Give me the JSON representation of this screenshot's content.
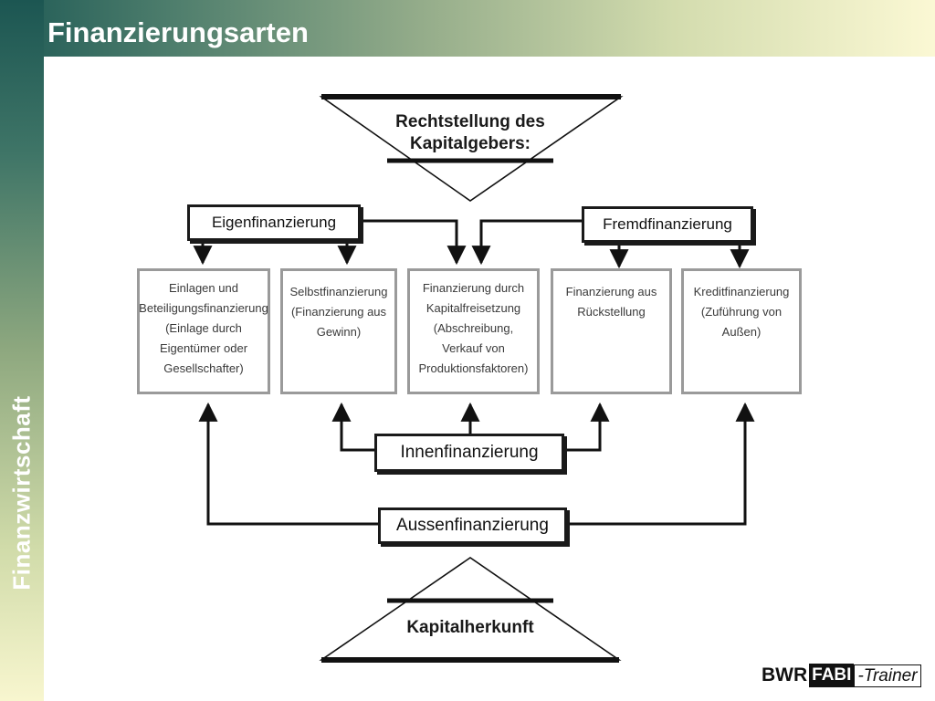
{
  "header": {
    "title": "Finanzierungsarten"
  },
  "sidebar": {
    "title": "Finanzwirtschaft"
  },
  "diagram": {
    "top_triangle": "Rechtstellung des\nKapitalgebers:",
    "bottom_triangle": "Kapitalherkunft",
    "eigen": "Eigenfinanzierung",
    "fremd": "Fremdfinanzierung",
    "innen": "Innenfinanzierung",
    "aussen": "Aussenfinanzierung",
    "boxes": [
      "Einlagen und\nBeteiligungsfinanzierung\n(Einlage durch\nEigentümer oder\nGesellschafter)",
      "Selbstfinanzierung\n(Finanzierung aus\nGewinn)",
      "Finanzierung durch\nKapitalfreisetzung\n(Abschreibung,\nVerkauf von\nProduktionsfaktoren)",
      "Finanzierung aus\nRückstellung",
      "Kreditfinanzierung\n(Zuführung von\nAußen)"
    ]
  },
  "logo": {
    "part1": "BWR",
    "part2": "FABI",
    "part3": "-Trainer"
  }
}
